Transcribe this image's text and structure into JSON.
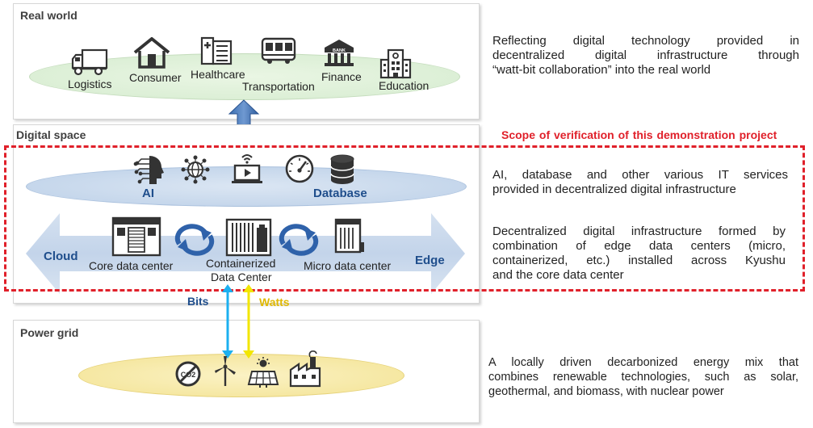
{
  "real_world": {
    "title": "Real world",
    "items": [
      "Logistics",
      "Consumer",
      "Healthcare",
      "Transportation",
      "Finance",
      "Education"
    ],
    "bank_sign": "BANK",
    "description": [
      "Reflecting digital technology provided in",
      "decentralized digital infrastructure through",
      "“watt-bit collaboration” into the real world"
    ]
  },
  "digital_space": {
    "title": "Digital space",
    "scope_label": "Scope of verification of this demonstration project",
    "ai_label": "AI",
    "database_label": "Database",
    "cloud_label": "Cloud",
    "edge_label": "Edge",
    "core_dc": "Core data center",
    "containerized_dc_1": "Containerized",
    "containerized_dc_2": "Data Center",
    "micro_dc": "Micro data center",
    "services_description": [
      "AI, database and other various IT services",
      "provided in decentralized digital infrastructure"
    ],
    "infra_description": [
      "Decentralized digital infrastructure formed by",
      "combination of edge data centers (micro,",
      "containerized, etc.) installed across Kyushu",
      "and the core data center"
    ]
  },
  "links": {
    "bits": "Bits",
    "watts": "Watts"
  },
  "power_grid": {
    "title": "Power grid",
    "co2_label": "CO2",
    "description": [
      "A locally driven decarbonized energy mix that",
      "combines renewable technologies, such as solar,",
      "geothermal, and biomass, with nuclear power"
    ]
  },
  "colors": {
    "scope_red": "#e0202a",
    "ai_blue": "#1f4e8c",
    "bits_blue": "#1cb0f0",
    "watts_yellow": "#f2e600",
    "real_ellipse": "#dff0d8",
    "digital_ellipse": "#c9d9ec",
    "power_ellipse": "#f7eaa8"
  }
}
